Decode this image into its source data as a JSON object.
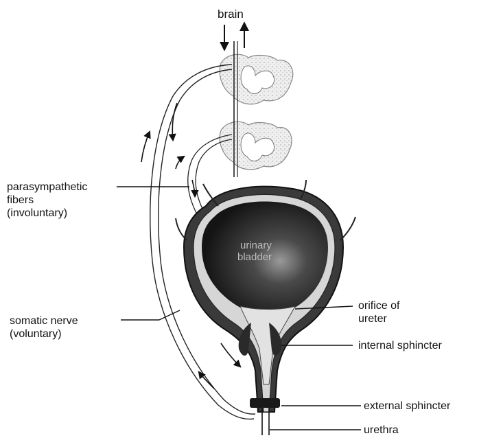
{
  "labels": {
    "brain": "brain",
    "parasympathetic": [
      "parasympathetic",
      "fibers",
      "(involuntary)"
    ],
    "somatic": [
      "somatic nerve",
      "(voluntary)"
    ],
    "bladder": [
      "urinary",
      "bladder"
    ],
    "orifice": [
      "orifice of",
      "ureter"
    ],
    "internal_sphincter": "internal sphincter",
    "external_sphincter": "external sphincter",
    "urethra": "urethra"
  },
  "colors": {
    "ink": "#111111",
    "bladder_dark": "#161616",
    "wall": "#3a3a3a",
    "tissue": "#d6d6d6"
  }
}
